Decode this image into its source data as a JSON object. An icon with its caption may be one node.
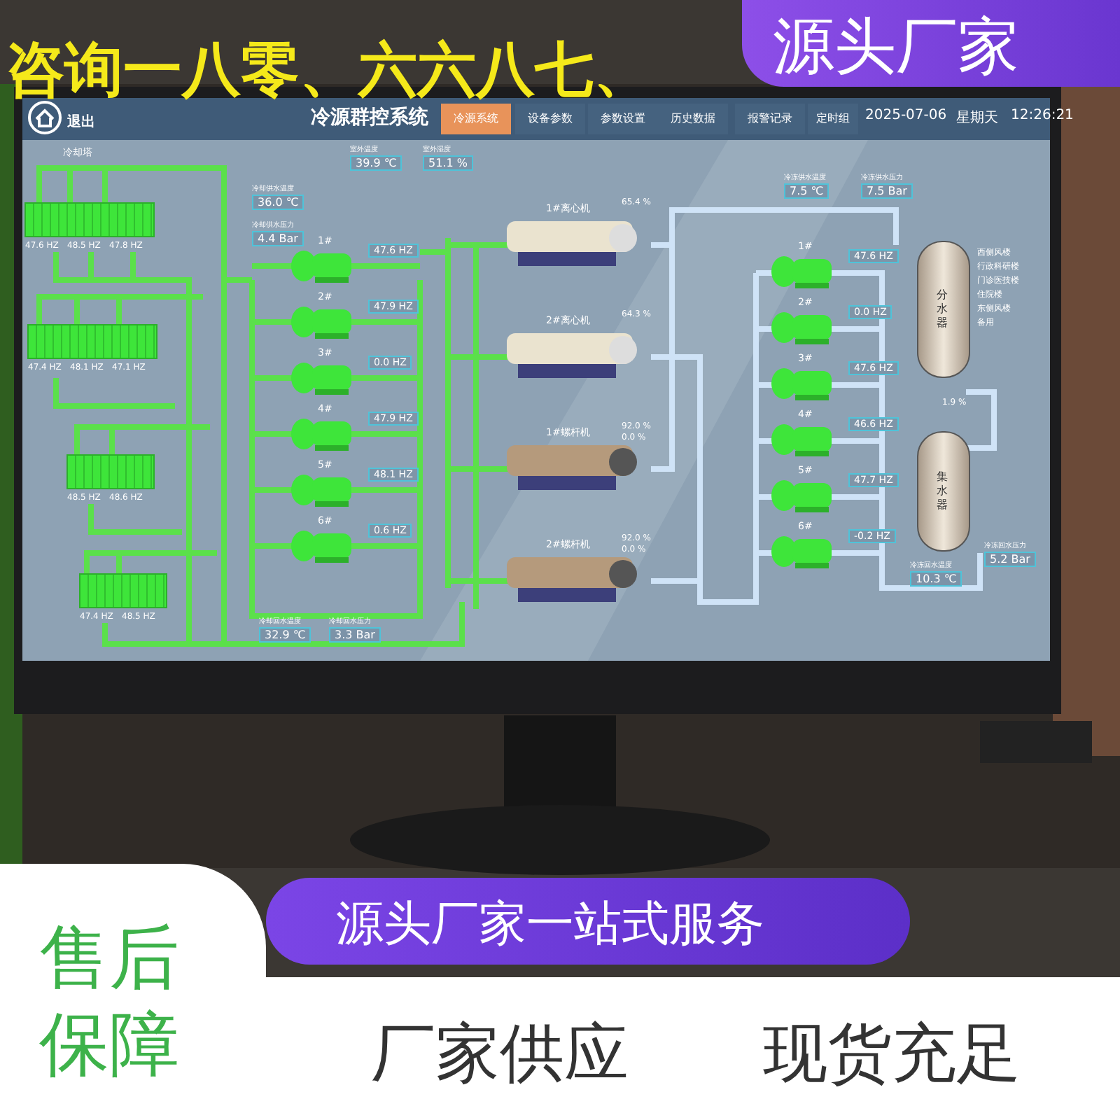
{
  "diagram": {
    "nodes": [
      {
        "text": [
          "源头厂家"
        ]
      },
      {
        "text": [
          "退出"
        ]
      },
      {
        "text": [
          "冷源系统"
        ]
      },
      {
        "text": [
          "设备参数"
        ]
      },
      {
        "text": [
          "参数设置"
        ]
      },
      {
        "text": [
          "历史数据"
        ]
      },
      {
        "text": [
          "报警记录"
        ]
      },
      {
        "text": [
          "定时组"
        ]
      },
      {
        "text": [
          "室外温度",
          "39.9 ℃"
        ]
      },
      {
        "text": [
          "室外湿度",
          "51.1 %"
        ]
      },
      {
        "text": [
          "冷却供水温度",
          "36.0 ℃"
        ]
      },
      {
        "text": [
          "冷却供水压力",
          "4.4 Bar"
        ]
      },
      {
        "text": [
          "冷冻供水温度",
          "7.5 ℃"
        ]
      },
      {
        "text": [
          "冷冻供水压力",
          "7.5 Bar"
        ]
      },
      {
        "text": [
          "冷却回水温度",
          "32.9 ℃"
        ]
      },
      {
        "text": [
          "冷却回水压力",
          "3.3 Bar"
        ]
      },
      {
        "text": [
          "冷冻回水温度",
          "10.3 ℃"
        ]
      },
      {
        "text": [
          "冷冻回水压力",
          "5.2 Bar"
        ]
      },
      {
        "text": [],
        "shape": "box",
        "beside": [
          "47.6 HZ",
          "48.5 HZ",
          "47.8 HZ"
        ]
      },
      {
        "text": [],
        "shape": "box",
        "beside": [
          "47.4 HZ",
          "48.1 HZ",
          "47.1 HZ"
        ]
      },
      {
        "text": [],
        "shape": "box",
        "beside": [
          "48.5 HZ",
          "48.6 HZ"
        ]
      },
      {
        "text": [],
        "shape": "box",
        "beside": [
          "47.4 HZ",
          "48.5 HZ"
        ]
      },
      {
        "text": [
          "1#"
        ],
        "beside": [
          "47.6 HZ"
        ]
      },
      {
        "text": [
          "2#"
        ],
        "beside": [
          "47.9 HZ"
        ]
      },
      {
        "text": [
          "3#"
        ],
        "beside": [
          "0.0 HZ"
        ]
      },
      {
        "text": [
          "4#"
        ],
        "beside": [
          "47.9 HZ"
        ]
      },
      {
        "text": [
          "5#"
        ],
        "beside": [
          "48.1 HZ"
        ]
      },
      {
        "text": [
          "6#"
        ],
        "beside": [
          "0.6 HZ"
        ]
      },
      {
        "text": [
          "1#离心机"
        ],
        "beside": [
          "65.4 %"
        ]
      },
      {
        "text": [
          "2#离心机"
        ],
        "beside": [
          "64.3 %"
        ]
      },
      {
        "text": [
          "1#螺杆机"
        ],
        "beside": [
          "92.0 %",
          "0.0 %"
        ]
      },
      {
        "text": [
          "2#螺杆机"
        ],
        "beside": [
          "92.0 %",
          "0.0 %"
        ]
      },
      {
        "text": [
          "1#"
        ],
        "beside": [
          "47.6 HZ"
        ]
      },
      {
        "text": [
          "2#"
        ],
        "beside": [
          "0.0 HZ"
        ]
      },
      {
        "text": [
          "3#"
        ],
        "beside": [
          "47.6 HZ"
        ]
      },
      {
        "text": [
          "4#"
        ],
        "beside": [
          "46.6 HZ"
        ]
      },
      {
        "text": [
          "5#"
        ],
        "beside": [
          "47.7 HZ"
        ]
      },
      {
        "text": [
          "6#"
        ],
        "beside": [
          "-0.2 HZ"
        ]
      },
      {
        "text": [
          "分水器"
        ],
        "beside": [
          "西侧风楼",
          "行政科研楼",
          "门诊医技楼",
          "住院楼",
          "东侧风楼",
          "备用"
        ]
      },
      {
        "text": [
          "集水器"
        ]
      },
      {
        "text": [
          "源头厂家一站式服务"
        ]
      },
      {
        "text": [
          "售后保障"
        ]
      },
      {
        "text": [
          "厂家供应",
          "现货充足"
        ]
      }
    ],
    "labels": [
      "咨询一八零、六六八七、",
      "冷源群控系统",
      "2025-07-06",
      "星期天",
      "12:26:21",
      "冷却塔",
      "1.9 %"
    ]
  }
}
